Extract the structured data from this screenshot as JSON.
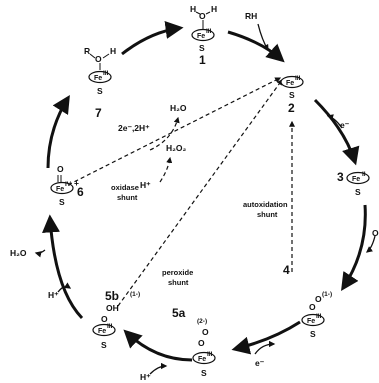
{
  "states": [
    {
      "id": "1",
      "fe": "Fe",
      "ox": "III",
      "top_left": "H",
      "top_mid": "O",
      "top_right": "H",
      "charge": "",
      "s": "S"
    },
    {
      "id": "2",
      "fe": "Fe",
      "ox": "III",
      "s": "S"
    },
    {
      "id": "3",
      "fe": "Fe",
      "ox": "II",
      "s": "S"
    },
    {
      "id": "4",
      "fe": "Fe",
      "ox": "III",
      "charge": "(1-)",
      "s": "S"
    },
    {
      "id": "5a",
      "fe": "Fe",
      "ox": "III",
      "charge": "(2-)",
      "s": "S"
    },
    {
      "id": "5b",
      "fe": "Fe",
      "ox": "III",
      "charge": "(1-)",
      "top_right": "OH",
      "s": "S"
    },
    {
      "id": "6",
      "fe": "Fe",
      "ox": "IV",
      "charge": "+",
      "top": "O",
      "s": "S"
    },
    {
      "id": "7",
      "fe": "Fe",
      "ox": "III",
      "top_left": "R",
      "top_mid": "O",
      "top_right": "H",
      "s": "S"
    }
  ],
  "reagents": {
    "rh": "RH",
    "e1": "e⁻",
    "o2": "O",
    "e2": "e⁻",
    "h_plus_5a": "H⁺",
    "h_plus_5b": "H⁺",
    "h2o_left": "H₂O",
    "h2o_center": "H₂O",
    "h2o2": "H₂O₂",
    "h_plus_center": "H⁺",
    "two_e_two_h": "2e⁻,2H⁺"
  },
  "shunts": {
    "oxidase": [
      "oxidase",
      "shunt"
    ],
    "peroxide": [
      "peroxide",
      "shunt"
    ],
    "autoxidation": [
      "autoxidation",
      "shunt"
    ]
  }
}
